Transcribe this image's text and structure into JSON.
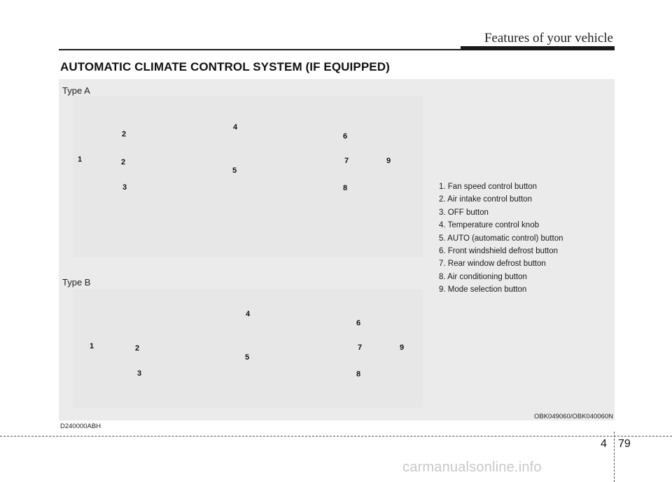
{
  "header": {
    "section_title": "Features of your vehicle"
  },
  "main": {
    "title": "AUTOMATIC CLIMATE CONTROL SYSTEM (IF EQUIPPED)"
  },
  "figure": {
    "type_a": {
      "label": "Type A",
      "callouts": [
        "1",
        "2",
        "2",
        "3",
        "4",
        "5",
        "6",
        "7",
        "8",
        "9"
      ]
    },
    "type_b": {
      "label": "Type B",
      "callouts": [
        "1",
        "2",
        "3",
        "4",
        "5",
        "6",
        "7",
        "8",
        "9"
      ]
    },
    "legend": [
      "1. Fan speed control button",
      "2. Air intake control button",
      "3. OFF button",
      "4. Temperature control knob",
      "5. AUTO (automatic control) button",
      "6. Front windshield defrost button",
      "7. Rear window defrost button",
      "8. Air conditioning button",
      "9. Mode selection button"
    ],
    "image_code": "OBK049060/OBK040060N"
  },
  "footer": {
    "doc_code": "D240000ABH",
    "chapter": "4",
    "page": "79",
    "watermark": "carmanualsonline.info"
  }
}
